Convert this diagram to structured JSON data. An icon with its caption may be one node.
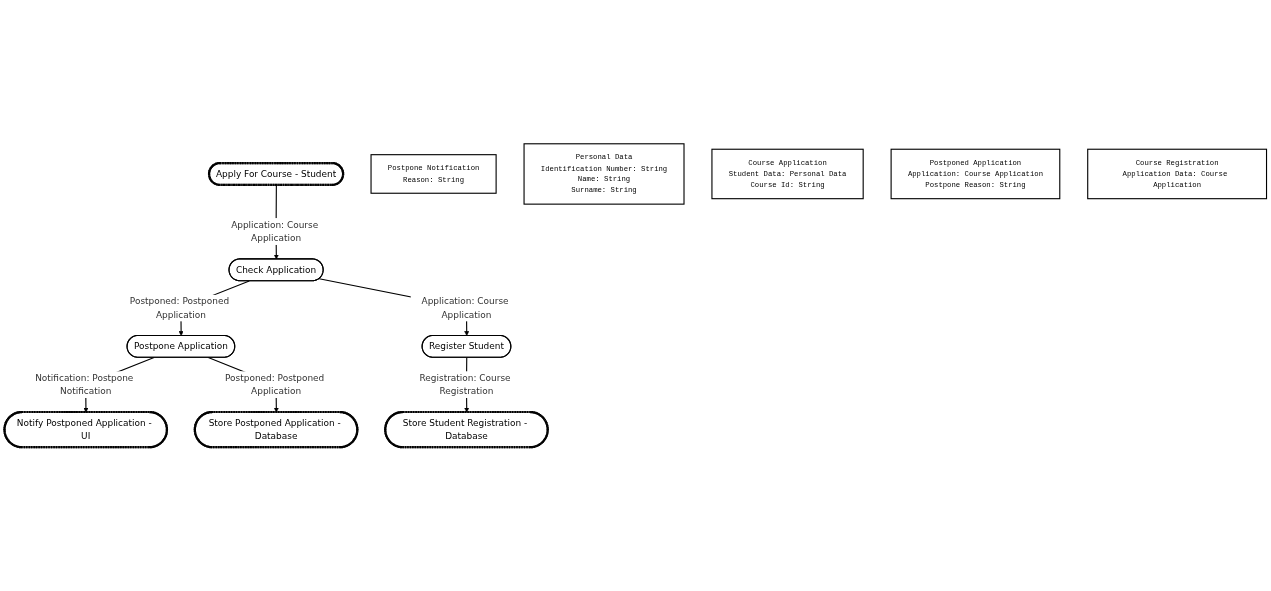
{
  "diagram": {
    "nodes": [
      {
        "text": [
          "Apply For Course - Student"
        ]
      },
      {
        "text": [
          "Check Application"
        ]
      },
      {
        "text": [
          "Postpone Application"
        ]
      },
      {
        "text": [
          "Register Student"
        ]
      },
      {
        "text": [
          "Notify Postponed Application - UI"
        ]
      },
      {
        "text": [
          "Store Postponed Application - Database"
        ]
      },
      {
        "text": [
          "Store Student Registration - Database"
        ]
      },
      {
        "text": [
          "Postpone Notification",
          "Reason: String"
        ]
      },
      {
        "text": [
          "Personal Data",
          "Identification Number: String",
          "Name: String",
          "Surname: String"
        ]
      },
      {
        "text": [
          "Course Application",
          "Student Data: Personal Data",
          "Course Id: String"
        ]
      },
      {
        "text": [
          "Postponed Application",
          "Application: Course Application",
          "Postpone Reason: String"
        ]
      },
      {
        "text": [
          "Course Registration",
          "Application Data: Course Application"
        ]
      }
    ],
    "edges": [
      {
        "from": 0,
        "to": 1,
        "arrow": "to",
        "label": "Application: Course Application"
      },
      {
        "from": 1,
        "to": 2,
        "arrow": "to",
        "label": "Postponed: Postponed Application"
      },
      {
        "from": 1,
        "to": 3,
        "arrow": "to",
        "label": "Application: Course Application"
      },
      {
        "from": 2,
        "to": 4,
        "arrow": "to",
        "label": "Notification: Postpone Notification"
      },
      {
        "from": 2,
        "to": 5,
        "arrow": "to",
        "label": "Postponed: Postponed Application"
      },
      {
        "from": 3,
        "to": 6,
        "arrow": "to",
        "label": "Registration: Course Registration"
      }
    ]
  }
}
